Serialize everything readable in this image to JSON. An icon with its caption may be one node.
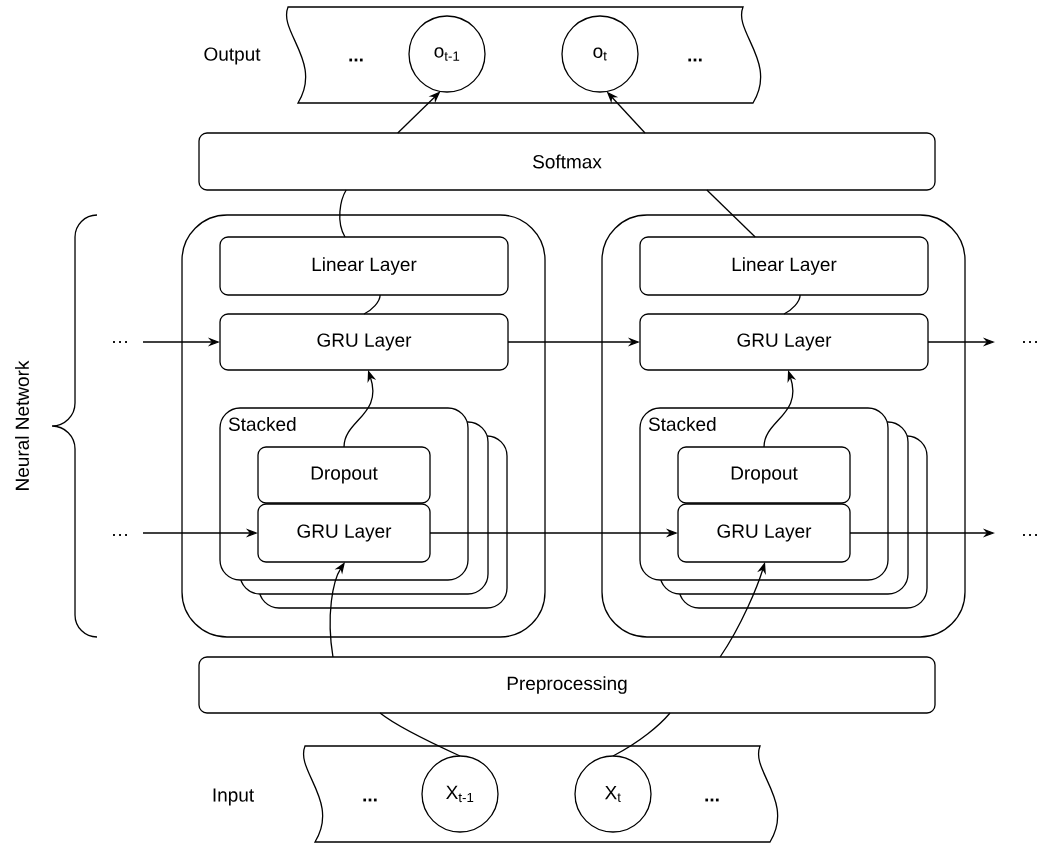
{
  "diagram": {
    "nodes": [
      {
        "text": [
          "Output",
          "...",
          "..."
        ]
      },
      {
        "text": [
          "o$_{t-1}$"
        ],
        "in": 0
      },
      {
        "text": [
          "o$_{t}$"
        ],
        "in": 0
      },
      {
        "text": [
          "Softmax"
        ]
      },
      {
        "text": [],
        "shape": "box"
      },
      {
        "text": [
          "Linear Layer"
        ],
        "in": 4
      },
      {
        "text": [
          "GRU Layer"
        ],
        "in": 4
      },
      {
        "text": [
          "Stacked"
        ],
        "in": 4
      },
      {
        "text": [
          "Dropout"
        ],
        "in": 7
      },
      {
        "text": [
          "GRU Layer"
        ],
        "in": 7
      },
      {
        "text": [],
        "shape": "box"
      },
      {
        "text": [
          "Linear Layer"
        ],
        "in": 10
      },
      {
        "text": [
          "GRU Layer"
        ],
        "in": 10
      },
      {
        "text": [
          "Stacked"
        ],
        "in": 10
      },
      {
        "text": [
          "Dropout"
        ],
        "in": 13
      },
      {
        "text": [
          "GRU Layer"
        ],
        "in": 13
      },
      {
        "text": [
          "Preprocessing"
        ]
      },
      {
        "text": [
          "Input",
          "...",
          "..."
        ]
      },
      {
        "text": [
          "X$_{t-1}$"
        ],
        "in": 17
      },
      {
        "text": [
          "X$_{t}$"
        ],
        "in": 17
      }
    ],
    "edges": [
      {
        "from": 3,
        "to": 1,
        "arrow": "to"
      },
      {
        "from": 3,
        "to": 2,
        "arrow": "to"
      },
      {
        "from": 5,
        "to": 3,
        "arrow": "none"
      },
      {
        "from": 11,
        "to": 3,
        "arrow": "none"
      },
      {
        "from": 6,
        "to": 5,
        "arrow": "none"
      },
      {
        "from": 12,
        "to": 11,
        "arrow": "none"
      },
      {
        "from": 8,
        "to": 6,
        "arrow": "to"
      },
      {
        "from": 14,
        "to": 12,
        "arrow": "to"
      },
      {
        "from": 6,
        "to": 12,
        "arrow": "to"
      },
      {
        "from": 9,
        "to": 15,
        "arrow": "to"
      },
      {
        "from": null,
        "to": 6,
        "arrow": "to"
      },
      {
        "from": null,
        "to": 9,
        "arrow": "to"
      },
      {
        "from": 12,
        "to": null,
        "arrow": "to"
      },
      {
        "from": 15,
        "to": null,
        "arrow": "to"
      },
      {
        "from": 16,
        "to": 9,
        "arrow": "to"
      },
      {
        "from": 16,
        "to": 15,
        "arrow": "to"
      },
      {
        "from": 18,
        "to": 16,
        "arrow": "none"
      },
      {
        "from": 19,
        "to": 16,
        "arrow": "none"
      }
    ],
    "labels": [
      "…",
      "…",
      "Neural Network",
      "…",
      "…"
    ]
  }
}
